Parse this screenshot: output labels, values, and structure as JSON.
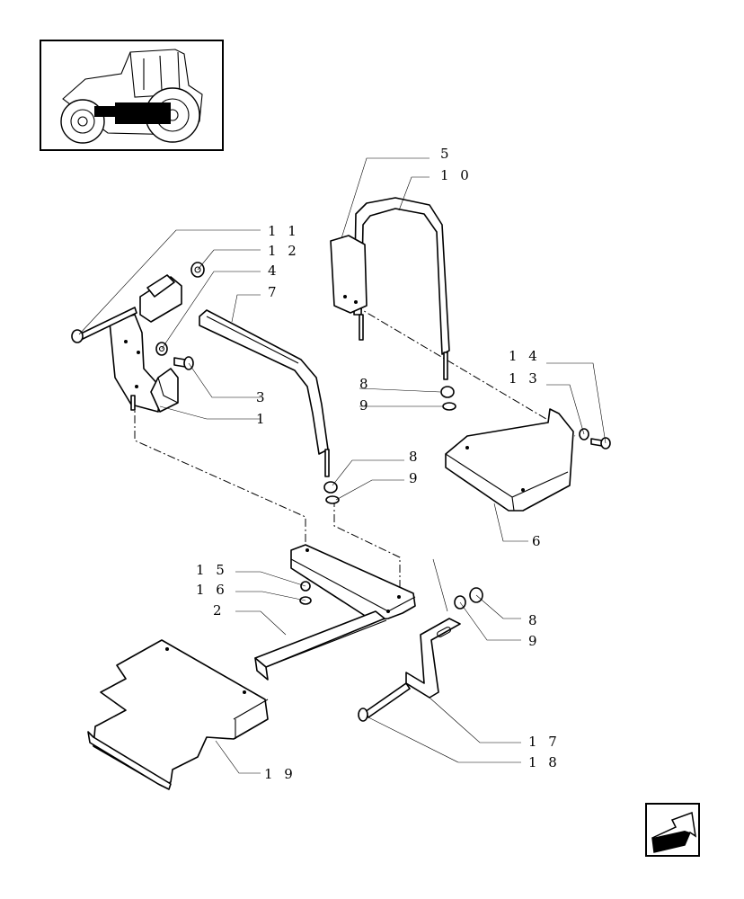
{
  "labels": {
    "p1": "1",
    "p2": "2",
    "p3": "3",
    "p4": "4",
    "p5": "5",
    "p6": "6",
    "p7": "7",
    "p8a": "8",
    "p8b": "8",
    "p8c": "8",
    "p9a": "9",
    "p9b": "9",
    "p9c": "9",
    "p10": "1 0",
    "p11": "1 1",
    "p12": "1 2",
    "p13": "1 3",
    "p14": "1 4",
    "p15": "1 5",
    "p16": "1 6",
    "p17": "1 7",
    "p18": "1 8",
    "p19": "1 9"
  },
  "icons": {
    "thumbnail": "tractor-thumbnail-icon",
    "nav": "back-arrow-icon"
  }
}
